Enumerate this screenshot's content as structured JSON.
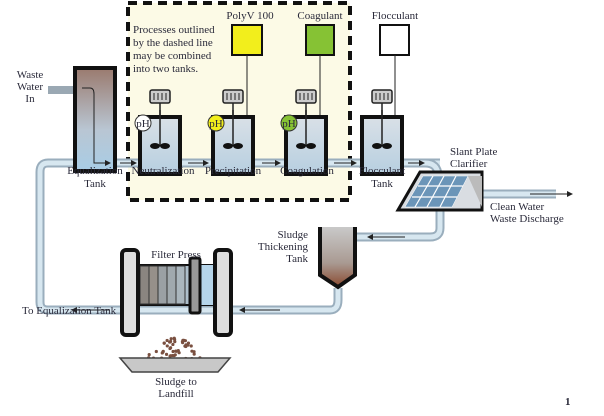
{
  "note": [
    "Processes outlined",
    "by the dashed line",
    "may be combined",
    "into two tanks."
  ],
  "chemicals": {
    "polyv": {
      "label": "PolyV 100",
      "color": "#f2ee1c"
    },
    "coagulant": {
      "label": "Coagulant",
      "color": "#86c234"
    },
    "flocculant": {
      "label": "Flocculant",
      "color": "#ffffff"
    }
  },
  "inlet": [
    "Waste",
    "Water",
    "In"
  ],
  "tanks": {
    "equalization": [
      "Equalization",
      "Tank"
    ],
    "neutralization": "Neutralization",
    "precipitation": "Precipitation",
    "coagulation": "Coagulation",
    "flocculant": [
      "Flocculant",
      "Tank"
    ]
  },
  "ph_label": "pH",
  "ph_colors": [
    "#ffffff",
    "#f2ee1c",
    "#86c234"
  ],
  "clarifier": [
    "Slant Plate",
    "Clarifier"
  ],
  "discharge": [
    "Clean Water",
    "Waste Discharge"
  ],
  "thickening": [
    "Sludge",
    "Thickening",
    "Tank"
  ],
  "filter_press": "Filter Press",
  "return": "To Equalization Tank",
  "landfill": [
    "Sludge to",
    "Landfill"
  ],
  "page_number": "1",
  "colors": {
    "pipe": "#b8cbd8",
    "water": "#cfe3ee",
    "dashed_area": "#fcfae6"
  }
}
